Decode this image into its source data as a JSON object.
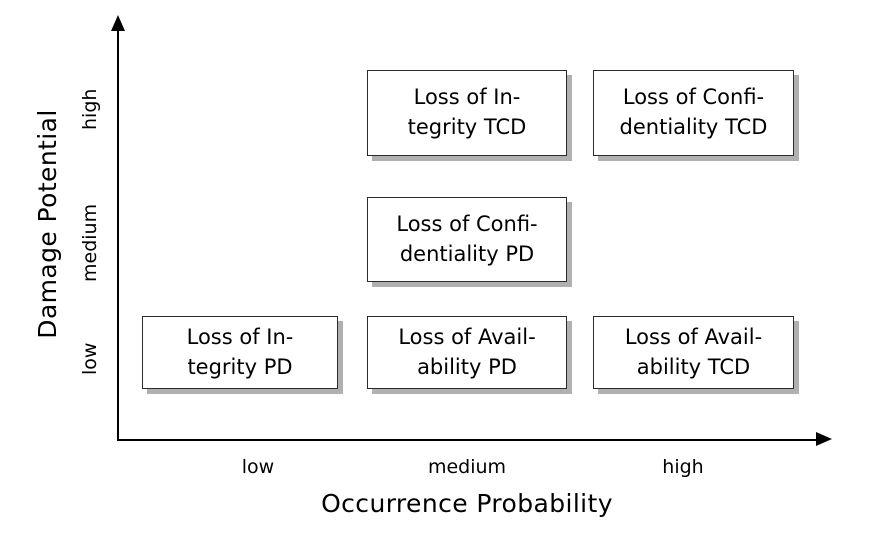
{
  "figure": {
    "type": "risk-matrix",
    "background_color": "#ffffff",
    "box_border_color": "#2b2b2b",
    "box_fill_color": "#ffffff",
    "box_shadow_color": "#b0b0b0",
    "axis_color": "#000000"
  },
  "axes": {
    "y": {
      "title": "Damage Potential",
      "ticks": [
        {
          "key": "high",
          "label": "high"
        },
        {
          "key": "medium",
          "label": "medium"
        },
        {
          "key": "low",
          "label": "low"
        }
      ]
    },
    "x": {
      "title": "Occurrence Probability",
      "ticks": [
        {
          "key": "low",
          "label": "low"
        },
        {
          "key": "medium",
          "label": "medium"
        },
        {
          "key": "high",
          "label": "high"
        }
      ]
    }
  },
  "chart_data": {
    "type": "table",
    "title": "",
    "xlabel": "Occurrence Probability",
    "ylabel": "Damage Potential",
    "x_categories": [
      "low",
      "medium",
      "high"
    ],
    "y_categories": [
      "low",
      "medium",
      "high"
    ],
    "cells": [
      {
        "x": "medium",
        "y": "high",
        "text": "Loss of Integrity TCD",
        "line1": "Loss of In-",
        "line2": "tegrity TCD"
      },
      {
        "x": "high",
        "y": "high",
        "text": "Loss of Confidentiality TCD",
        "line1": "Loss of Confi-",
        "line2": "dentiality TCD"
      },
      {
        "x": "medium",
        "y": "medium",
        "text": "Loss of Confidentiality PD",
        "line1": "Loss of Confi-",
        "line2": "dentiality PD"
      },
      {
        "x": "low",
        "y": "low",
        "text": "Loss of Integrity PD",
        "line1": "Loss of In-",
        "line2": "tegrity PD"
      },
      {
        "x": "medium",
        "y": "low",
        "text": "Loss of Availability PD",
        "line1": "Loss of Avail-",
        "line2": "ability PD"
      },
      {
        "x": "high",
        "y": "low",
        "text": "Loss of Availability TCD",
        "line1": "Loss of Avail-",
        "line2": "ability TCD"
      }
    ],
    "empty_cells": [
      {
        "x": "low",
        "y": "high"
      },
      {
        "x": "low",
        "y": "medium"
      },
      {
        "x": "high",
        "y": "medium"
      }
    ]
  }
}
